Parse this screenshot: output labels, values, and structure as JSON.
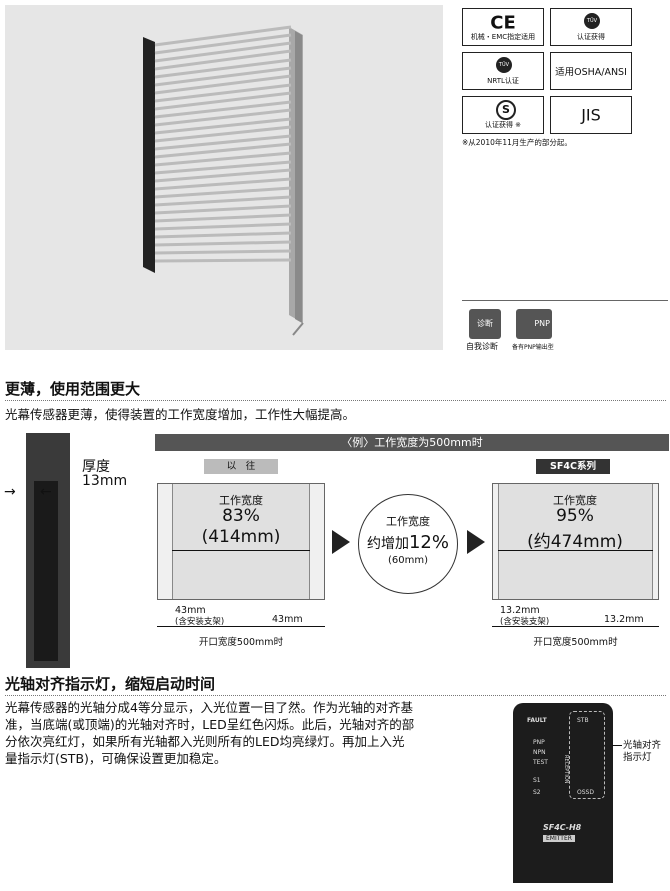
{
  "certs": {
    "ce": {
      "mark": "CE",
      "label": "机械・EMC指定适用"
    },
    "tuv": {
      "mark": "TÜV",
      "label": "认证获得"
    },
    "nrtl": {
      "mark": "TÜV",
      "label": "NRTL认证"
    },
    "osha": {
      "label": "适用OSHA/ANSI"
    },
    "s": {
      "mark": "S",
      "label": "认证获得 ※"
    },
    "jis": {
      "label": "JIS"
    },
    "note": "※从2010年11月生产的部分起。"
  },
  "feature_icons": {
    "diag": {
      "glyph": "诊断",
      "label": "自我诊断"
    },
    "pnp": {
      "glyph": "PNP",
      "label": "备有PNP输出型"
    }
  },
  "section1": {
    "title": "更薄，使用范围更大",
    "desc": "光幕传感器更薄，使得装置的工作宽度增加，工作性大幅提高。",
    "thickness_label": "厚度",
    "thickness_value": "13mm",
    "example_header": "〈例〉工作宽度为500mm时",
    "old_label": "以　往",
    "old_work_label": "工作宽度",
    "old_percent": "83%",
    "old_mm": "(414mm)",
    "old_left_dim": "43mm",
    "old_left_note": "(含安装支架)",
    "old_right_dim": "43mm",
    "old_open": "开口宽度500mm时",
    "mid_label": "工作宽度",
    "mid_line1_pre": "约增加",
    "mid_line1_val": "12%",
    "mid_sub": "(60mm)",
    "new_label": "SF4C系列",
    "new_work_label": "工作宽度",
    "new_percent": "95%",
    "new_mm": "(约474mm)",
    "new_left_dim": "13.2mm",
    "new_left_note": "(含安装支架)",
    "new_right_dim": "13.2mm",
    "new_open": "开口宽度500mm时"
  },
  "section2": {
    "title": "光轴对齐指示灯，缩短启动时间",
    "desc_lines": [
      "光幕传感器的光轴分成4等分显示，入光位置一目了然。作为光轴的对齐基",
      "准，当底端(或顶端)的光轴对齐时，LED呈红色闪烁。此后，光轴对齐的部",
      "分依次亮红灯，如果所有光轴都入光则所有的LED均亮绿灯。再加上入光",
      "量指示灯(STB)，可确保设置更加稳定。"
    ],
    "callout_line1": "光轴对齐",
    "callout_line2": "指示灯",
    "device": {
      "fault": "FAULT",
      "pnp": "PNP",
      "npn": "NPN",
      "test": "TEST",
      "s1": "S1",
      "s2": "S2",
      "stb": "STB",
      "reception": "RECEPTION",
      "ossd": "OSSD",
      "model": "SF4C-H8",
      "emitter": "EMITTER"
    }
  }
}
